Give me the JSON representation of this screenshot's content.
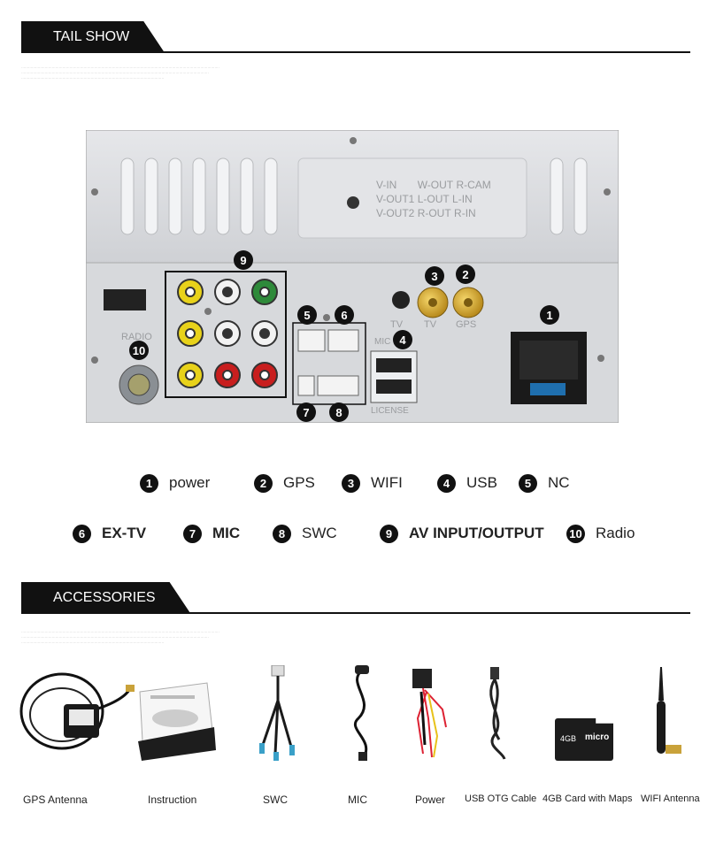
{
  "tail_show": {
    "title": "TAIL SHOW"
  },
  "unit_labels": {
    "vin": "V-IN",
    "wout": "W-OUT",
    "rcam": "R-CAM",
    "vout1": "V-OUT1",
    "lout": "L-OUT",
    "lin": "L-IN",
    "vout2": "V-OUT2",
    "rout": "R-OUT",
    "rin": "R-IN",
    "radio": "RADIO",
    "tv1": "TV",
    "tv2": "TV",
    "gps": "GPS",
    "mic": "MIC",
    "license": "LICENSE"
  },
  "callouts": [
    "1",
    "2",
    "3",
    "4",
    "5",
    "6",
    "7",
    "8",
    "9",
    "10"
  ],
  "legend": [
    {
      "num": "1",
      "label": "power"
    },
    {
      "num": "2",
      "label": "GPS"
    },
    {
      "num": "3",
      "label": "WIFI"
    },
    {
      "num": "4",
      "label": "USB"
    },
    {
      "num": "5",
      "label": "NC"
    },
    {
      "num": "6",
      "label": "EX-TV"
    },
    {
      "num": "7",
      "label": "MIC"
    },
    {
      "num": "8",
      "label": "SWC"
    },
    {
      "num": "9",
      "label": "AV INPUT/OUTPUT"
    },
    {
      "num": "10",
      "label": "Radio"
    }
  ],
  "accessories_header": {
    "title": "ACCESSORIES"
  },
  "accessories": [
    {
      "label": "GPS Antenna",
      "icon": "gps-antenna-icon"
    },
    {
      "label": "Instruction",
      "icon": "manual-icon"
    },
    {
      "label": "SWC",
      "icon": "swc-cable-icon"
    },
    {
      "label": "MIC",
      "icon": "microphone-icon"
    },
    {
      "label": "Power",
      "icon": "power-harness-icon"
    },
    {
      "label": "USB OTG Cable",
      "icon": "usb-cable-icon"
    },
    {
      "label": "4GB Card with Maps",
      "icon": "sd-card-icon"
    },
    {
      "label": "WIFI Antenna",
      "icon": "wifi-antenna-icon"
    }
  ],
  "sd_card_text": {
    "size": "4GB",
    "brand": "micro"
  },
  "colors": {
    "header_bg": "#111111",
    "panel": "#d9dbde",
    "rca_yellow": "#e8d21a",
    "rca_red": "#c81e1e",
    "rca_green": "#2e8a3a"
  }
}
